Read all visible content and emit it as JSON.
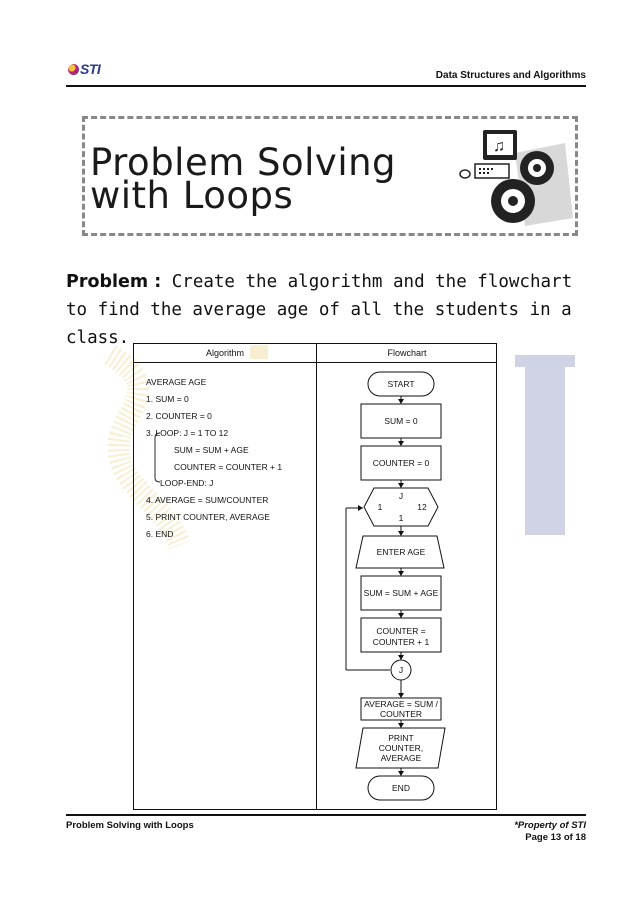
{
  "header": {
    "logo_text": "STI",
    "doc_title": "Data Structures and Algorithms"
  },
  "banner": {
    "title_line1": "Problem Solving",
    "title_line2": "with Loops"
  },
  "problem": {
    "label": "Problem :",
    "text": "Create the algorithm and the flowchart to find the average age of all the students in a class."
  },
  "table": {
    "col_algorithm": "Algorithm",
    "col_flowchart": "Flowchart",
    "algorithm_lines": [
      "AVERAGE AGE",
      "1. SUM = 0",
      "2. COUNTER = 0",
      "3. LOOP: J = 1 TO 12",
      "SUM = SUM + AGE",
      "COUNTER = COUNTER + 1",
      "LOOP-END: J",
      "4. AVERAGE = SUM/COUNTER",
      "5. PRINT COUNTER, AVERAGE",
      "6. END"
    ],
    "flowchart": {
      "start": "START",
      "sum_init": "SUM = 0",
      "counter_init": "COUNTER = 0",
      "loop_var": "J",
      "loop_from": "1",
      "loop_to": "12",
      "loop_step": "1",
      "input": "ENTER  AGE",
      "sum_add": "SUM = SUM + AGE",
      "counter_inc_1": "COUNTER =",
      "counter_inc_2": "COUNTER + 1",
      "connector": "J",
      "avg_1": "AVERAGE = SUM /",
      "avg_2": "COUNTER",
      "print_1": "PRINT",
      "print_2": "COUNTER,",
      "print_3": "AVERAGE",
      "end": "END"
    }
  },
  "footer": {
    "left": "Problem Solving with Loops",
    "property": "*Property of STI",
    "page": "Page 13 of 18"
  }
}
